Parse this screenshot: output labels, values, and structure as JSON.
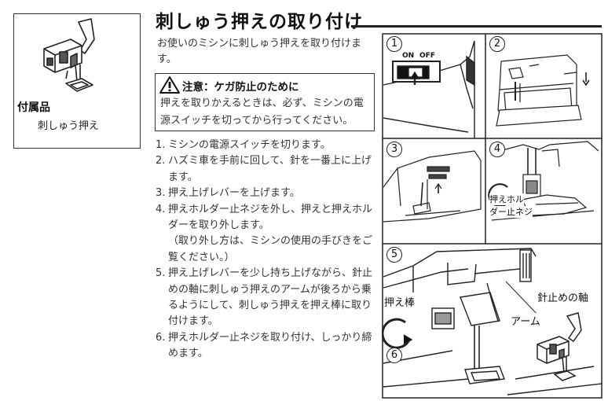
{
  "accessory": {
    "heading": "付属品",
    "item": "刺しゅう押え"
  },
  "title": "刺しゅう押えの取り付け",
  "intro": "お使いのミシンに刺しゅう押えを取り付けます。",
  "caution": {
    "title": "注意：ケガ防止のために",
    "body": "押えを取りかえるときは、必ず、ミシンの電源スイッチを切ってから行ってください。"
  },
  "steps": [
    {
      "num": "1.",
      "text": "ミシンの電源スイッチを切ります。"
    },
    {
      "num": "2.",
      "text": "ハズミ車を手前に回して、針を一番上に上げます。"
    },
    {
      "num": "3.",
      "text": "押え上げレバーを上げます。"
    },
    {
      "num": "4.",
      "text": "押えホルダー止ネジを外し、押えと押えホルダーを取り外します。"
    },
    {
      "num": "",
      "text": "（取り外し方は、ミシンの使用の手びきをご覧ください。）"
    },
    {
      "num": "5.",
      "text": "押え上げレバーを少し持ち上げながら、針止めの軸に刺しゅう押えのアームが後ろから乗るようにして、刺しゅう押えを押え棒に取り付けます。"
    },
    {
      "num": "6.",
      "text": "押えホルダー止ネジを取り付け、しっかり締めます。"
    }
  ],
  "figure": {
    "panels": [
      "1",
      "2",
      "3",
      "4",
      "5",
      "6"
    ],
    "switch_on": "ON",
    "switch_off": "OFF",
    "screw_label_line1": "押えホル",
    "screw_label_line2": "ダー止ネジ",
    "needle_clamp_label": "針止めの軸",
    "presser_bar_label": "押え棒",
    "arm_label": "アーム"
  }
}
